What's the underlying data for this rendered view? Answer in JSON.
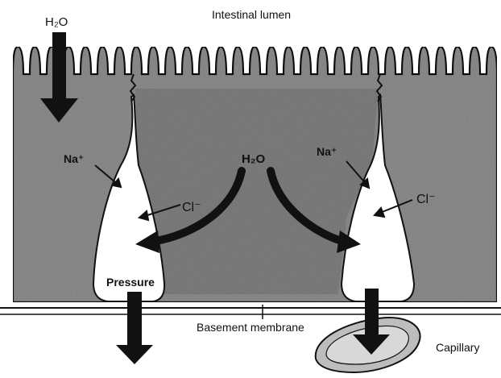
{
  "labels": {
    "lumen": "Intestinal lumen",
    "water_top": "H₂O",
    "water_center": "H₂O",
    "sodium_left": "Na⁺",
    "sodium_right": "Na⁺",
    "chloride_left": "Cl⁻",
    "chloride_right": "Cl⁻",
    "pressure": "Pressure",
    "basement": "Basement membrane",
    "capillary": "Capillary"
  },
  "colors": {
    "cell_fill": "#8f8f8f",
    "cell_dark": "#6f6f6f",
    "outline": "#111111",
    "space": "#ffffff",
    "arrow": "#111111",
    "capillary_fill": "#bdbdbd"
  }
}
